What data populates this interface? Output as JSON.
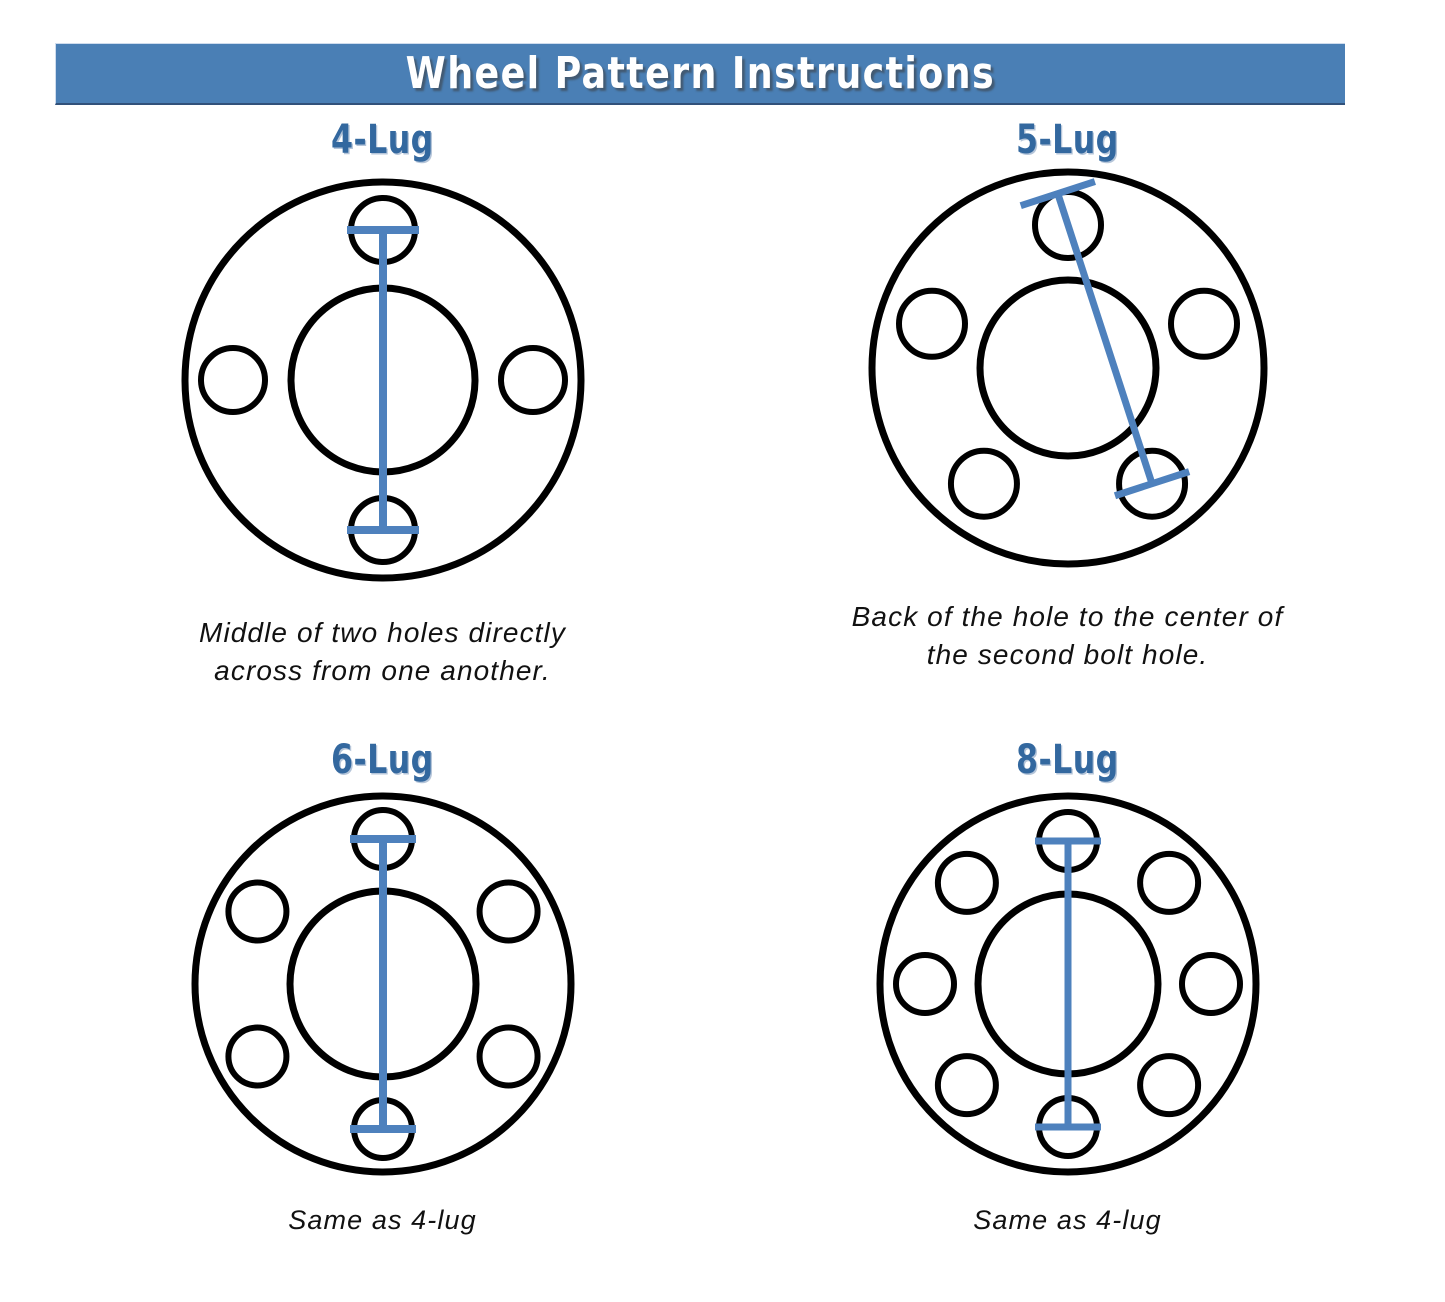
{
  "header": {
    "title": "Wheel Pattern Instructions",
    "banner_color": "#4a7fb5",
    "title_color": "#ffffff"
  },
  "theme": {
    "accent_blue": "#4a7fb5",
    "label_blue": "#33689f",
    "measure_line_color": "#4e81bd",
    "outline_color": "#000000",
    "page_background": "#ffffff"
  },
  "panels": [
    {
      "id": "4-lug",
      "title": "4-Lug",
      "caption": "Middle of two holes directly\nacross from one another.",
      "lug_count": 4,
      "hole_angles_deg": [
        0,
        90,
        180,
        270
      ],
      "measurement": {
        "type": "vertical-center-to-center",
        "from": "middle of top hole",
        "to": "middle of bottom hole",
        "cap_style": "T-bar"
      }
    },
    {
      "id": "5-lug",
      "title": "5-Lug",
      "caption": "Back of the hole to the center of\nthe second bolt hole.",
      "lug_count": 5,
      "hole_angles_deg": [
        0,
        72,
        144,
        216,
        288
      ],
      "measurement": {
        "type": "diagonal-back-to-center",
        "from": "back of top hole",
        "to": "center of second bolt hole",
        "cap_style": "perpendicular-bar"
      }
    },
    {
      "id": "6-lug",
      "title": "6-Lug",
      "caption": "Same as 4-lug",
      "lug_count": 6,
      "hole_angles_deg": [
        0,
        60,
        120,
        180,
        240,
        300
      ],
      "measurement": {
        "type": "vertical-center-to-center",
        "from": "middle of top hole",
        "to": "middle of bottom hole",
        "cap_style": "T-bar"
      }
    },
    {
      "id": "8-lug",
      "title": "8-Lug",
      "caption": "Same as 4-lug",
      "lug_count": 8,
      "hole_angles_deg": [
        0,
        45,
        90,
        135,
        180,
        225,
        270,
        315
      ],
      "measurement": {
        "type": "vertical-center-to-center",
        "from": "middle of top hole",
        "to": "middle of bottom hole",
        "cap_style": "T-bar"
      }
    }
  ],
  "geometry": {
    "4-lug": {
      "size": 420,
      "outer_r": 198,
      "hub_r": 92,
      "bolt_circle_r": 150,
      "hole_r": 32
    },
    "5-lug": {
      "size": 412,
      "outer_r": 196,
      "hub_r": 88,
      "bolt_circle_r": 143,
      "hole_r": 33
    },
    "6-lug": {
      "size": 392,
      "outer_r": 188,
      "hub_r": 93,
      "bolt_circle_r": 145,
      "hole_r": 29
    },
    "8-lug": {
      "size": 392,
      "outer_r": 188,
      "hub_r": 90,
      "bolt_circle_r": 143,
      "hole_r": 29
    }
  }
}
